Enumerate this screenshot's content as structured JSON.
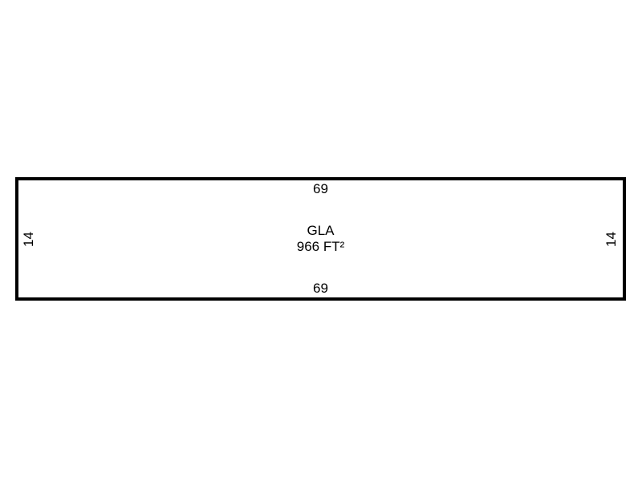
{
  "sketch": {
    "area_name": "GLA",
    "area_value": "966 FT²",
    "dim_top": "69",
    "dim_bottom": "69",
    "dim_left": "14",
    "dim_right": "14",
    "colors": {
      "line": "#000000",
      "background": "#ffffff"
    }
  }
}
